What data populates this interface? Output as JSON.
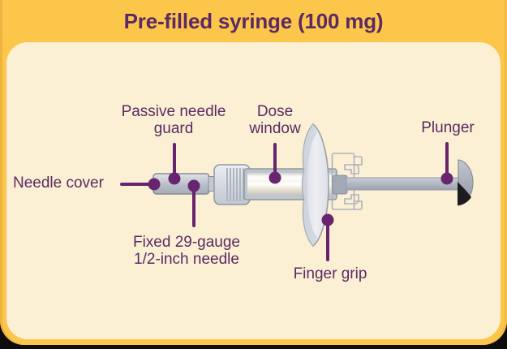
{
  "title": "Pre-filled syringe (100 mg)",
  "labels": {
    "needle_cover": "Needle cover",
    "passive_needle_guard": "Passive needle\nguard",
    "dose_window": "Dose\nwindow",
    "plunger": "Plunger",
    "fixed_needle": "Fixed 29-gauge\n1/2-inch needle",
    "finger_grip": "Finger grip"
  },
  "colors": {
    "header_gold": "#FCC64B",
    "panel_cream": "#FBF0D4",
    "text_purple": "#5B2A63",
    "callout_purple": "#69246F",
    "page_background": "#0D0D0D",
    "syringe_gray": "#BFC4CD",
    "plunger_pad_shadow": "#1C1C1E"
  }
}
